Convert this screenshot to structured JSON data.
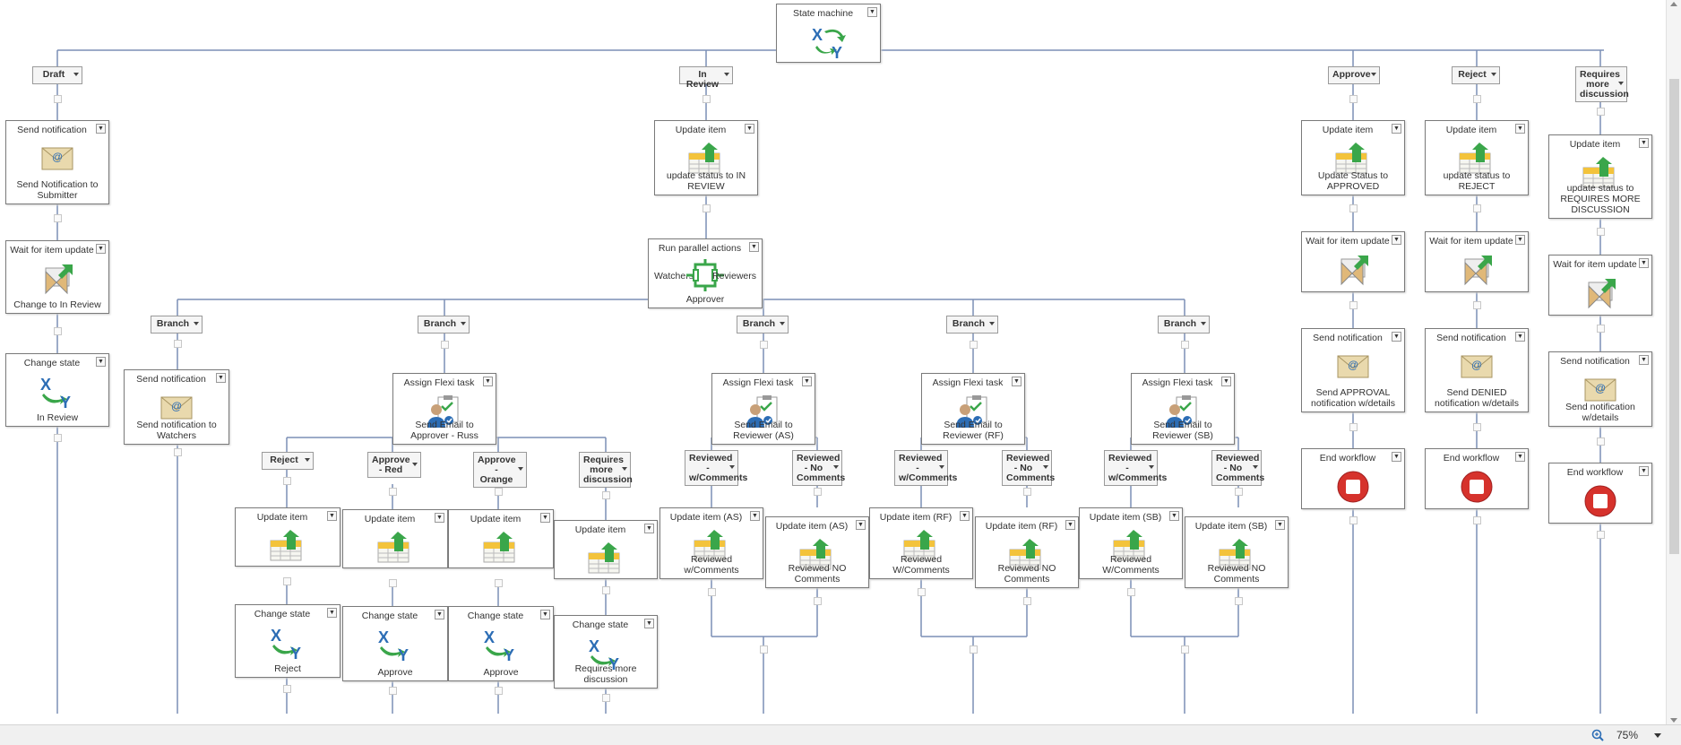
{
  "root": {
    "title": "State machine"
  },
  "states": {
    "draft": "Draft",
    "in_review": "In Review",
    "approve": "Approve",
    "reject": "Reject",
    "requires_discussion": "Requires more discussion"
  },
  "draft": {
    "notify": {
      "title": "Send notification",
      "caption": "Send Notification to Submitter"
    },
    "wait": {
      "title": "Wait for item update",
      "caption": "Change to In Review"
    },
    "change": {
      "title": "Change state",
      "caption": "In Review"
    }
  },
  "in_review": {
    "update": {
      "title": "Update item",
      "caption": "update status to IN REVIEW"
    },
    "parallel": {
      "title": "Run parallel actions",
      "left": "Watchers",
      "right": "Reviewers",
      "bottom": "Approver"
    },
    "branch_label": "Branch",
    "watchers_notify": {
      "title": "Send notification",
      "caption": "Send notification to Watchers"
    },
    "approver": {
      "task": {
        "title": "Assign Flexi task",
        "caption": "Send Email to Approver - Russ"
      },
      "outcomes": [
        "Reject",
        "Approve - Red",
        "Approve - Orange",
        "Requires more discussion"
      ],
      "update_title": "Update item",
      "change_title": "Change state",
      "changes": [
        "Reject",
        "Approve",
        "Approve",
        "Requires more discussion"
      ]
    },
    "reviewers": [
      {
        "task_title": "Assign Flexi task",
        "task_caption": "Send Email to Reviewer (AS)",
        "out_yes": "Reviewed - w/Comments",
        "out_no": "Reviewed - No Comments",
        "upd_yes_title": "Update item (AS)",
        "upd_yes_caption": "Reviewed w/Comments",
        "upd_no_title": "Update item (AS)",
        "upd_no_caption": "Reviewed NO Comments"
      },
      {
        "task_title": "Assign Flexi task",
        "task_caption": "Send Email to Reviewer (RF)",
        "out_yes": "Reviewed - w/Comments",
        "out_no": "Reviewed - No Comments",
        "upd_yes_title": "Update item (RF)",
        "upd_yes_caption": "Reviewed W/Comments",
        "upd_no_title": "Update item (RF)",
        "upd_no_caption": "Reviewed NO Comments"
      },
      {
        "task_title": "Assign Flexi task",
        "task_caption": "Send Email to Reviewer (SB)",
        "out_yes": "Reviewed - w/Comments",
        "out_no": "Reviewed - No Comments",
        "upd_yes_title": "Update item (SB)",
        "upd_yes_caption": "Reviewed W/Comments",
        "upd_no_title": "Update item (SB)",
        "upd_no_caption": "Reviewed NO Comments"
      }
    ]
  },
  "approve": {
    "update": {
      "title": "Update item",
      "caption": "Update Status to APPROVED"
    },
    "wait": {
      "title": "Wait for item update"
    },
    "notify": {
      "title": "Send notification",
      "caption": "Send APPROVAL notification w/details"
    },
    "end": {
      "title": "End workflow"
    }
  },
  "reject": {
    "update": {
      "title": "Update item",
      "caption": "update status to REJECT"
    },
    "wait": {
      "title": "Wait for item update"
    },
    "notify": {
      "title": "Send notification",
      "caption": "Send DENIED notification w/details"
    },
    "end": {
      "title": "End workflow"
    }
  },
  "discussion": {
    "update": {
      "title": "Update item",
      "caption": "update status to REQUIRES MORE DISCUSSION"
    },
    "wait": {
      "title": "Wait for item update"
    },
    "notify": {
      "title": "Send notification",
      "caption": "Send notification w/details"
    },
    "end": {
      "title": "End workflow"
    }
  },
  "status_bar": {
    "zoom": "75%"
  },
  "icons": {
    "state": "state-change-icon",
    "notify": "envelope-icon",
    "update": "update-item-icon",
    "wait": "hourglass-icon",
    "parallel": "parallel-icon",
    "task": "flexi-task-icon",
    "end": "stop-icon",
    "zoom": "magnifier-icon"
  },
  "colors": {
    "wire": "#7b8fb5",
    "end": "#d6322c",
    "update_green": "#3aa64a",
    "envelope": "#e9d9ad"
  }
}
